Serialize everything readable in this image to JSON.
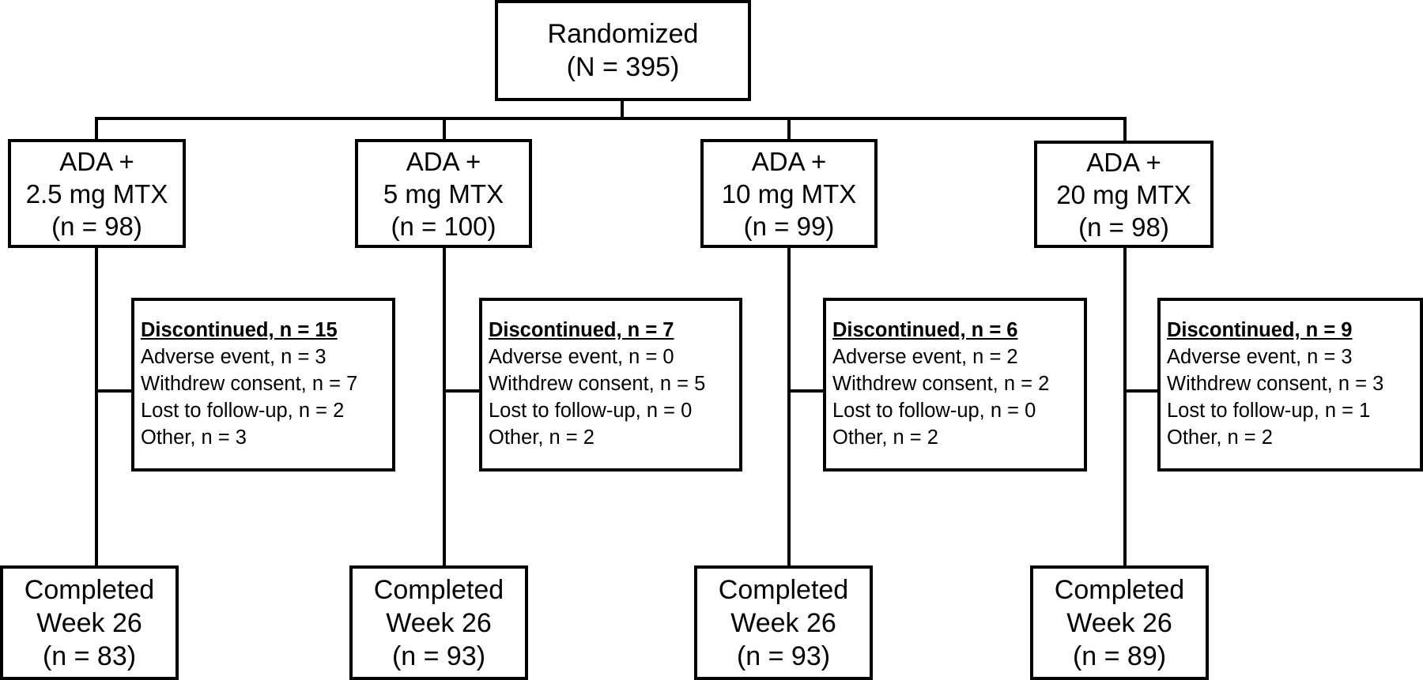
{
  "root": {
    "title": "Randomized",
    "count": "(N = 395)"
  },
  "arms": [
    {
      "line1": "ADA +",
      "line2": "2.5 mg MTX",
      "count": "(n = 98)",
      "discontinued": {
        "header": "Discontinued, n = 15",
        "reasons": [
          "Adverse event, n = 3",
          "Withdrew consent, n = 7",
          "Lost to follow-up, n = 2",
          "Other, n = 3"
        ]
      },
      "completed": {
        "line1": "Completed",
        "line2": "Week 26",
        "count": "(n = 83)"
      }
    },
    {
      "line1": "ADA +",
      "line2": "5 mg MTX",
      "count": "(n = 100)",
      "discontinued": {
        "header": "Discontinued, n = 7",
        "reasons": [
          "Adverse event, n = 0",
          "Withdrew consent, n = 5",
          "Lost to follow-up,  n = 0",
          "Other, n = 2"
        ]
      },
      "completed": {
        "line1": "Completed",
        "line2": "Week 26",
        "count": "(n = 93)"
      }
    },
    {
      "line1": "ADA +",
      "line2": "10 mg MTX",
      "count": "(n = 99)",
      "discontinued": {
        "header": "Discontinued, n = 6",
        "reasons": [
          "Adverse event, n = 2",
          "Withdrew consent, n = 2",
          "Lost to follow-up,  n = 0",
          "Other, n = 2"
        ]
      },
      "completed": {
        "line1": "Completed",
        "line2": "Week 26",
        "count": "(n = 93)"
      }
    },
    {
      "line1": "ADA +",
      "line2": "20 mg MTX",
      "count": "(n = 98)",
      "discontinued": {
        "header": "Discontinued, n = 9",
        "reasons": [
          "Adverse event, n = 3",
          "Withdrew consent, n = 3",
          "Lost to follow-up,  n = 1",
          "Other, n = 2"
        ]
      },
      "completed": {
        "line1": "Completed",
        "line2": "Week 26",
        "count": "(n = 89)"
      }
    }
  ]
}
